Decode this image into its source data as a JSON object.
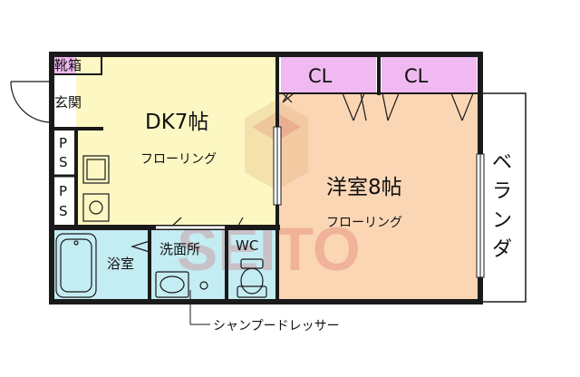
{
  "rooms": {
    "shoe_cabinet": "靴箱",
    "entrance": "玄関",
    "dk": {
      "name": "DK7帖",
      "floor": "フローリング"
    },
    "western": {
      "name": "洋室8帖",
      "floor": "フローリング"
    },
    "closet_left": "CL",
    "closet_right": "CL",
    "ps_upper": [
      "P",
      "S"
    ],
    "ps_lower": [
      "P",
      "S"
    ],
    "bath": "浴室",
    "washroom": "洗面所",
    "wc": "WC",
    "balcony": [
      "ベ",
      "ラ",
      "ン",
      "ダ"
    ]
  },
  "callout": "シャンプードレッサー",
  "watermark": "SEITO",
  "colors": {
    "wall": "#1a1a1a",
    "dk_floor": "#fdf7c3",
    "western_floor": "#fbd6b5",
    "closet": "#f1b9f1",
    "wet_area": "#c4ecf3",
    "balcony": "#ffffff"
  }
}
